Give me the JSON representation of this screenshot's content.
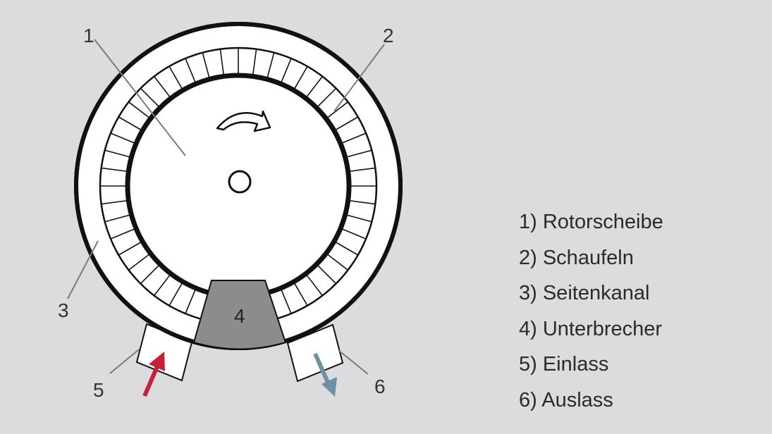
{
  "colors": {
    "background": "#dcdcde",
    "outline": "#111111",
    "breaker": "#8c8c8c",
    "inlet_arrow": "#c8203c",
    "outlet_arrow": "#6f8fa3",
    "leader": "#7a7a7a"
  },
  "icons": {
    "rotation": "curved-arrow-clockwise",
    "inlet": "arrow-up-right",
    "outlet": "arrow-down-right"
  },
  "callouts": {
    "c1": "1",
    "c2": "2",
    "c3": "3",
    "c4": "4",
    "c5": "5",
    "c6": "6"
  },
  "legend": [
    {
      "label": "1) Rotorscheibe"
    },
    {
      "label": "2) Schaufeln"
    },
    {
      "label": "3) Seitenkanal"
    },
    {
      "label": "4) Unterbrecher"
    },
    {
      "label": "5) Einlass"
    },
    {
      "label": "6) Auslass"
    }
  ]
}
